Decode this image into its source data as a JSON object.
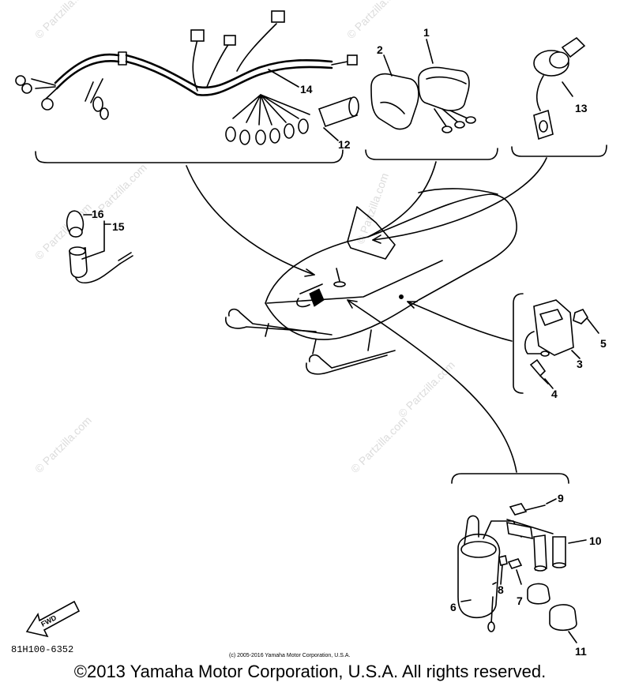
{
  "callouts": [
    "1",
    "2",
    "3",
    "4",
    "5",
    "6",
    "7",
    "8",
    "9",
    "10",
    "11",
    "12",
    "13",
    "14",
    "15",
    "16"
  ],
  "diagram_code": "81H100-6352",
  "fwd_label": "FWD",
  "small_copyright": "(c) 2005-2016 Yamaha Motor Corporation, U.S.A.",
  "watermark": "© Partzilla.com",
  "copyright": "©2013 Yamaha Motor Corporation, U.S.A. All rights reserved."
}
